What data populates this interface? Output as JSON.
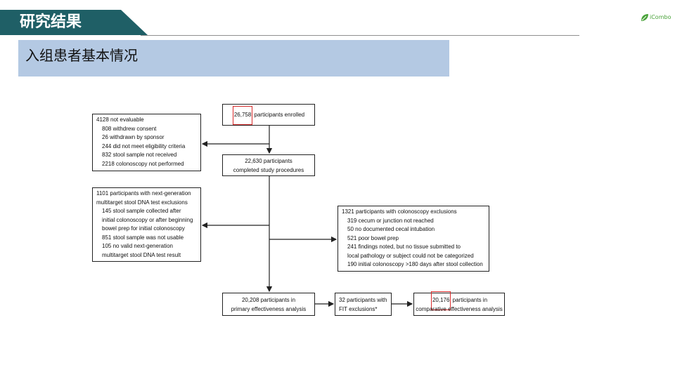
{
  "header": {
    "title": "研究结果",
    "logo_text": "iCombo"
  },
  "subtitle": "入组患者基本情况",
  "flow": {
    "enrolled": {
      "count": "26,758",
      "text": " participants enrolled"
    },
    "not_evaluable": {
      "head": "4128 not evaluable",
      "items": [
        "808 withdrew consent",
        "26 withdrawn by sponsor",
        "244 did not meet eligibility criteria",
        "832 stool sample not received",
        "2218 colonoscopy not performed"
      ]
    },
    "completed": {
      "line1": "22,630 participants",
      "line2": "completed study procedures"
    },
    "dna_exclusions": {
      "head1": "1101 participants with next-generation",
      "head2": "multitarget stool DNA test exclusions",
      "items": [
        "145 stool sample collected after",
        "initial colonoscopy or after beginning",
        "bowel prep for initial colonoscopy",
        "851 stool sample was not usable",
        "105 no valid next-generation",
        "multitarget stool DNA test result"
      ]
    },
    "colonoscopy_exclusions": {
      "head": "1321 participants with colonoscopy exclusions",
      "items": [
        "319 cecum or junction not reached",
        "50 no documented cecal intubation",
        "521 poor bowel prep",
        "241 findings noted, but no tissue submitted to",
        "local pathology or subject could not be categorized",
        "190 initial colonoscopy >180 days after stool collection"
      ]
    },
    "primary": {
      "line1": "20,208 participants in",
      "line2": "primary effectiveness analysis"
    },
    "fit": {
      "line1": "32 participants with",
      "line2": "FIT exclusions*"
    },
    "comparative": {
      "count": "20,176",
      "line1_rest": " participants in",
      "line2": "comparative effectiveness analysis"
    }
  }
}
